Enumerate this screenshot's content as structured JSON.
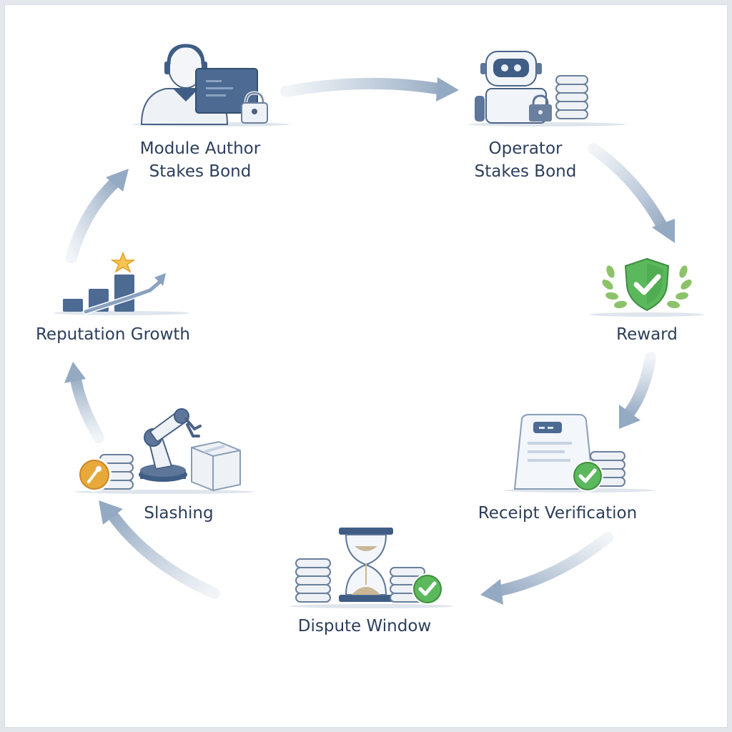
{
  "diagram": {
    "steps": [
      {
        "id": "author",
        "label_line1": "Module Author",
        "label_line2": "Stakes Bond",
        "icon": "developer-with-lock-icon"
      },
      {
        "id": "operator",
        "label_line1": "Operator",
        "label_line2": "Stakes Bond",
        "icon": "robot-with-coins-icon"
      },
      {
        "id": "reward",
        "label_line1": "Reward",
        "label_line2": "",
        "icon": "shield-check-laurel-icon"
      },
      {
        "id": "receipt",
        "label_line1": "Receipt Verification",
        "label_line2": "",
        "icon": "receipt-check-icon"
      },
      {
        "id": "dispute",
        "label_line1": "Dispute Window",
        "label_line2": "",
        "icon": "hourglass-coins-icon"
      },
      {
        "id": "slashing",
        "label_line1": "Slashing",
        "label_line2": "",
        "icon": "robot-arm-coins-icon"
      },
      {
        "id": "reputation",
        "label_line1": "Reputation Growth",
        "label_line2": "",
        "icon": "growth-chart-star-icon"
      }
    ],
    "colors": {
      "navy": "#3f5d85",
      "slate": "#5d7699",
      "light_blue": "#c7d3e2",
      "arrow": "#a9bbd0",
      "green": "#5cb85c",
      "gold": "#e8a93a",
      "text": "#2c3e5a"
    }
  }
}
